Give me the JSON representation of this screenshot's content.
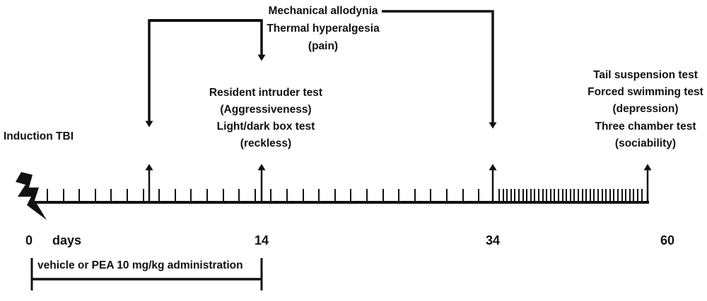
{
  "labels": {
    "pain_line1": "Mechanical allodynia",
    "pain_line2": "Thermal hyperalgesia",
    "pain_line3": "(pain)",
    "mid_line1": "Resident intruder test",
    "mid_line2": "(Aggressiveness)",
    "mid_line3": "Light/dark box test",
    "mid_line4": "(reckless)",
    "right_line1": "Tail suspension test",
    "right_line2": "Forced swimming test",
    "right_line3": "(depression)",
    "right_line4": "Three chamber test",
    "right_line5": "(sociability)",
    "induction": "Induction TBI",
    "days": "days",
    "day_0": "0",
    "day_14": "14",
    "day_34": "34",
    "day_60": "60",
    "treatment": "vehicle or PEA 10 mg/kg administration"
  },
  "colors": {
    "ink": "#111111",
    "background": "#ffffff"
  },
  "icons": {
    "induction": "lightning-bolt-icon"
  }
}
